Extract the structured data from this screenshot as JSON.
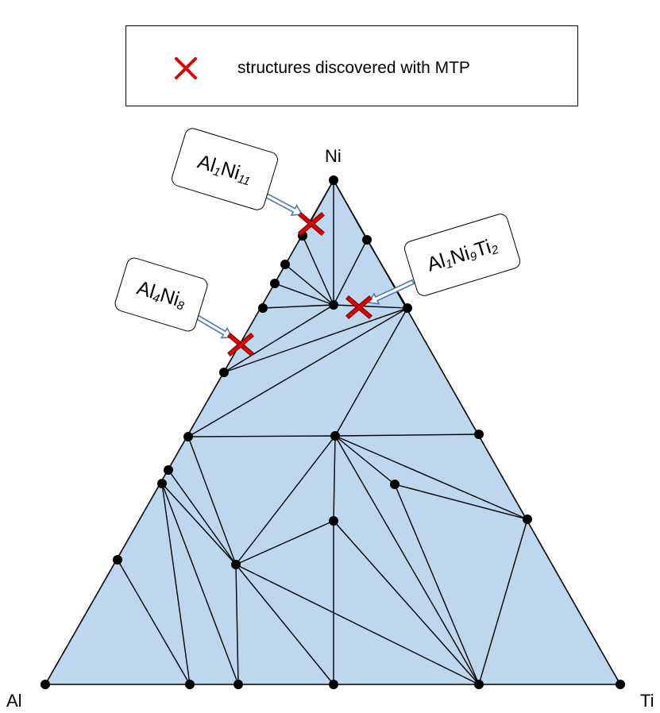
{
  "legend": {
    "text": "structures discovered with MTP",
    "marker_color": "#e00000",
    "icon": "red-cross-icon"
  },
  "vertices": {
    "top": "Ni",
    "left": "Al",
    "right": "Ti"
  },
  "colors": {
    "triangle_fill": "#bdd7ee",
    "edge": "#000000",
    "marker": "#e00000",
    "arrow": "#4a7ab5"
  },
  "callouts": [
    {
      "id": "al1ni11",
      "parts": [
        {
          "el": "Al",
          "sub": "1"
        },
        {
          "el": "Ni",
          "sub": "11"
        }
      ]
    },
    {
      "id": "al4ni8",
      "parts": [
        {
          "el": "Al",
          "sub": "4"
        },
        {
          "el": "Ni",
          "sub": "8"
        }
      ]
    },
    {
      "id": "al1ni9ti2",
      "parts": [
        {
          "el": "Al",
          "sub": "1"
        },
        {
          "el": "Ni",
          "sub": "9"
        },
        {
          "el": "Ti",
          "sub": "2"
        }
      ]
    }
  ]
}
